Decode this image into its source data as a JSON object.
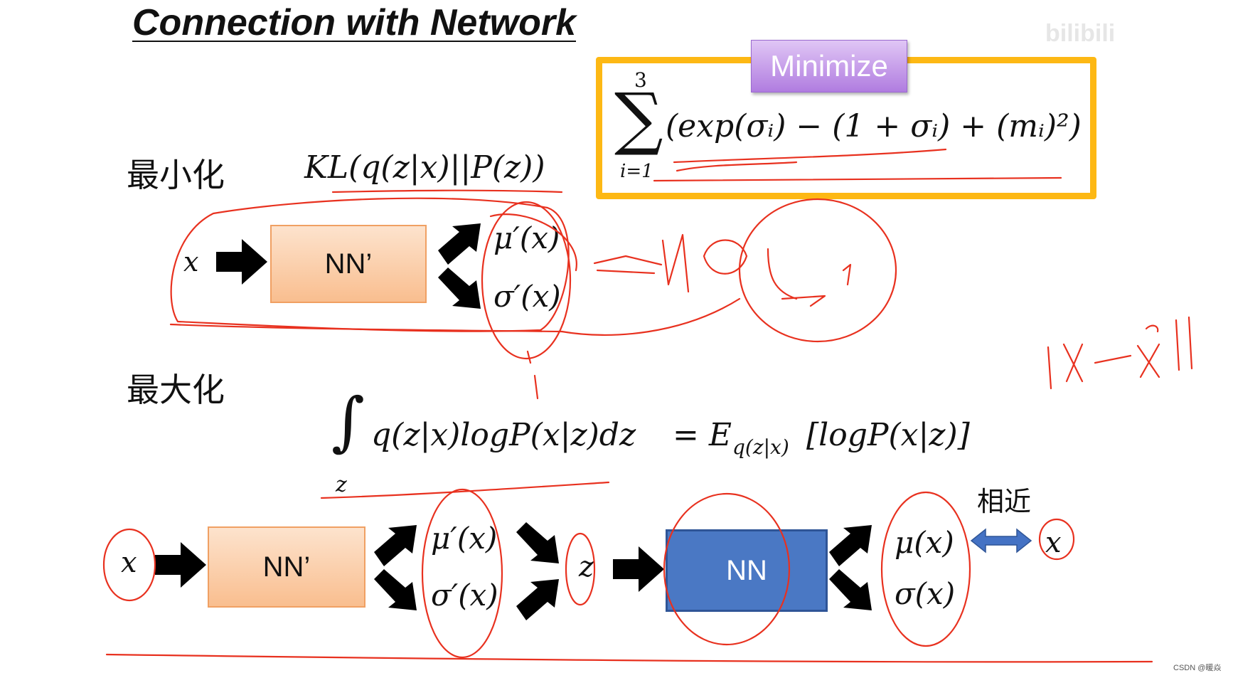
{
  "title": "Connection with Network",
  "minimize_section": {
    "label": "最小化",
    "kl_expr": "KL(q(z|x)||P(z))",
    "objective_badge": "Minimize",
    "sum_upper": "3",
    "sum_lower": "i=1",
    "objective_expr": "(exp(σᵢ) − (1 + σᵢ) + (mᵢ)²)",
    "input": "x",
    "encoder": "NN’",
    "mu_out": "μ′(x)",
    "sigma_out": "σ′(x)"
  },
  "maximize_section": {
    "label": "最大化",
    "integral_sub": "z",
    "integral_expr": "q(z|x)logP(x|z)dz",
    "expectation_expr": "= E",
    "expectation_sub": "q(z|x)",
    "expectation_body": "[logP(x|z)]",
    "input": "x",
    "encoder": "NN’",
    "mu_out": "μ′(x)",
    "sigma_out": "σ′(x)",
    "latent": "z",
    "decoder": "NN",
    "dec_mu": "μ(x)",
    "dec_sigma": "σ(x)",
    "similar_label": "相近",
    "output": "x"
  },
  "watermark": "bilibili",
  "credit": "CSDN @暖焱",
  "colors": {
    "ink": "#e8311f",
    "frame": "#fdb814",
    "encoder_fill": "#fbd0ad",
    "decoder_fill": "#4a78c4",
    "badge": "#b07ce0",
    "arrow": "#4472c4"
  }
}
